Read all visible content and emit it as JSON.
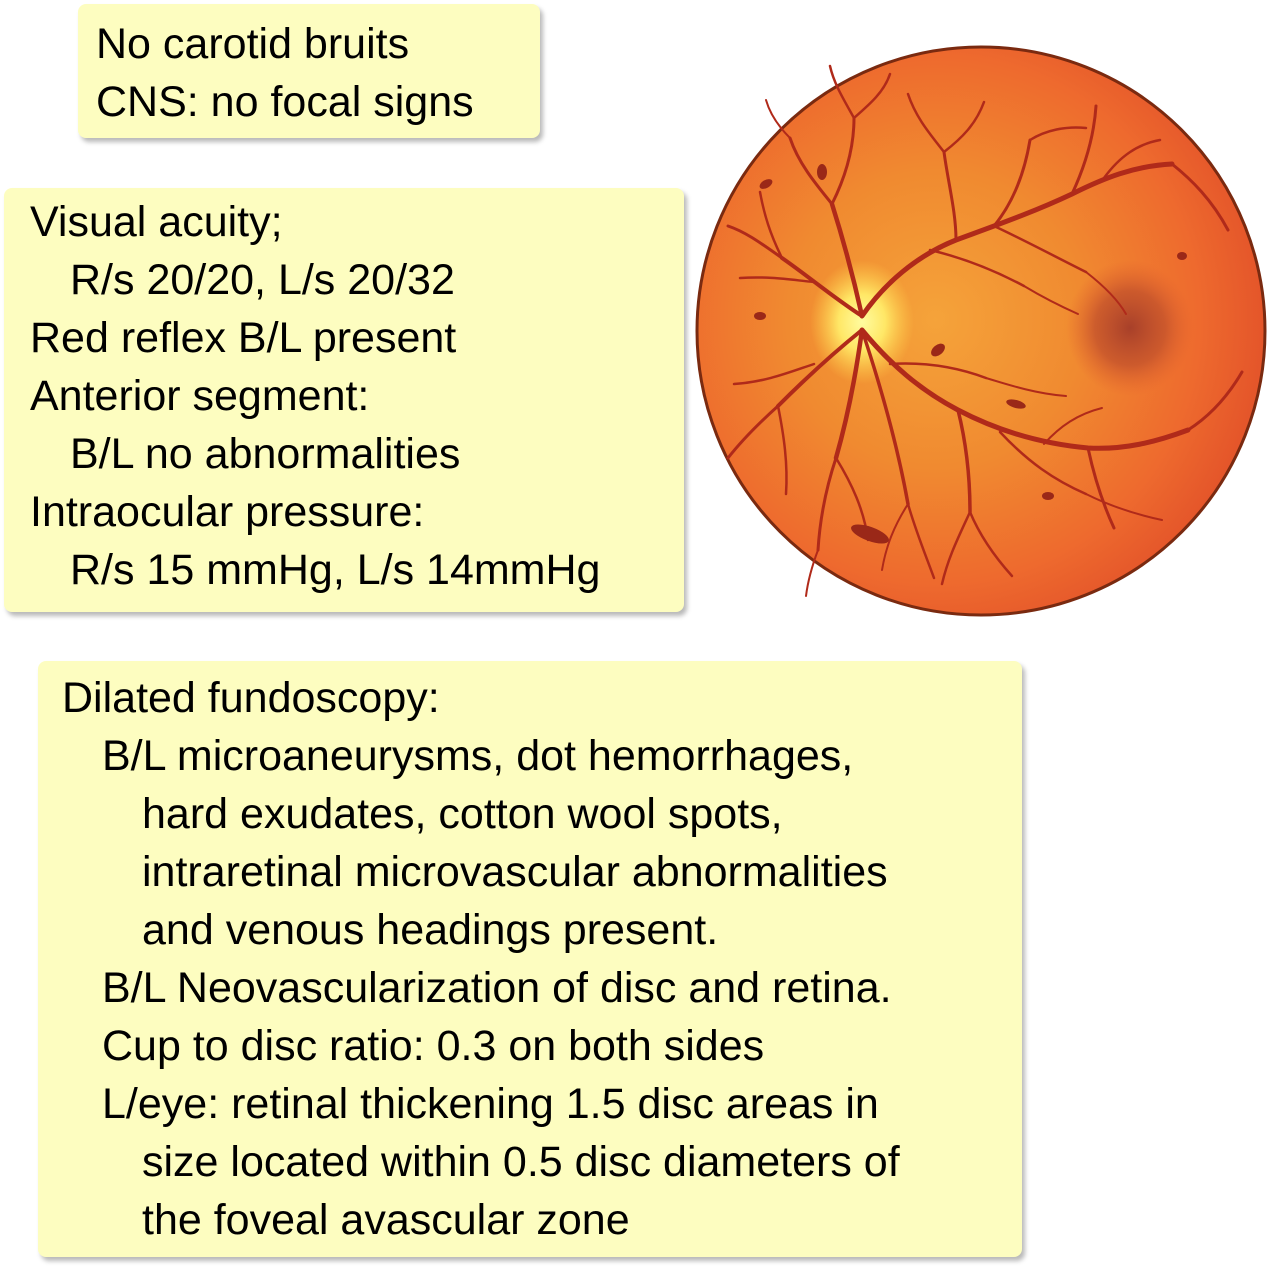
{
  "exam_box": {
    "lines": [
      "No carotid bruits",
      "CNS: no focal signs"
    ]
  },
  "eye_box": {
    "lines": [
      "Visual acuity;",
      "R/s 20/20, L/s 20/32",
      "Red reflex B/L present",
      "Anterior segment:",
      "B/L no abnormalities",
      "Intraocular pressure:",
      "R/s 15 mmHg, L/s 14mmHg"
    ]
  },
  "fundus_box": {
    "lines": [
      "Dilated fundoscopy:",
      "B/L microaneurysms, dot hemorrhages,",
      "hard exudates, cotton wool spots,",
      "intraretinal microvascular abnormalities",
      "and venous headings present.",
      "B/L Neovascularization of disc and retina.",
      "Cup to disc ratio: 0.3 on both sides",
      "L/eye: retinal thickening 1.5 disc areas in",
      "size located within 0.5 disc diameters of",
      "the foveal avascular zone"
    ]
  },
  "illustration": {
    "retina_color": "#f0642e",
    "disc_color": "#fff07a",
    "vessel_color": "#b02a1a",
    "macula_color": "#a8402a"
  }
}
